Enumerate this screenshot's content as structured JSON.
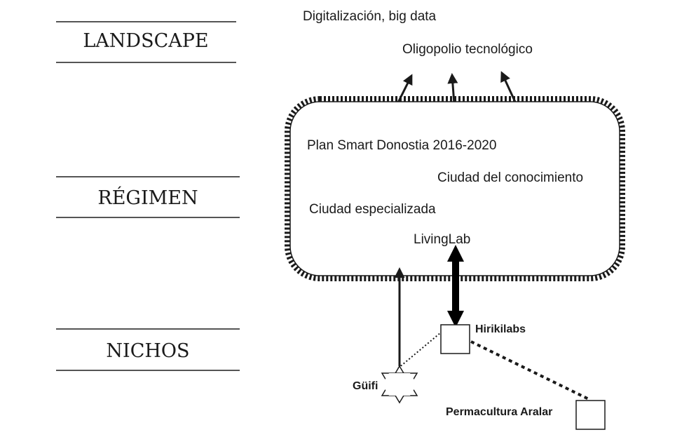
{
  "levels": {
    "landscape": "LANDSCAPE",
    "regime": "RÉGIMEN",
    "niches": "NICHOS"
  },
  "landscape_items": {
    "digitalization": "Digitalización, big data",
    "oligopoly": "Oligopolio tecnológico"
  },
  "regime_items": {
    "plan_smart": "Plan Smart Donostia 2016-2020",
    "knowledge_city": "Ciudad del conocimiento",
    "specialized_city": "Ciudad especializada",
    "living_lab": "LivingLab"
  },
  "niche_items": {
    "hirikilabs": "Hirikilabs",
    "guifi": "Güifi",
    "permacultura": "Permacultura Aralar"
  },
  "colors": {
    "ink": "#1a1a1a",
    "rule": "#555555",
    "background": "#ffffff"
  }
}
